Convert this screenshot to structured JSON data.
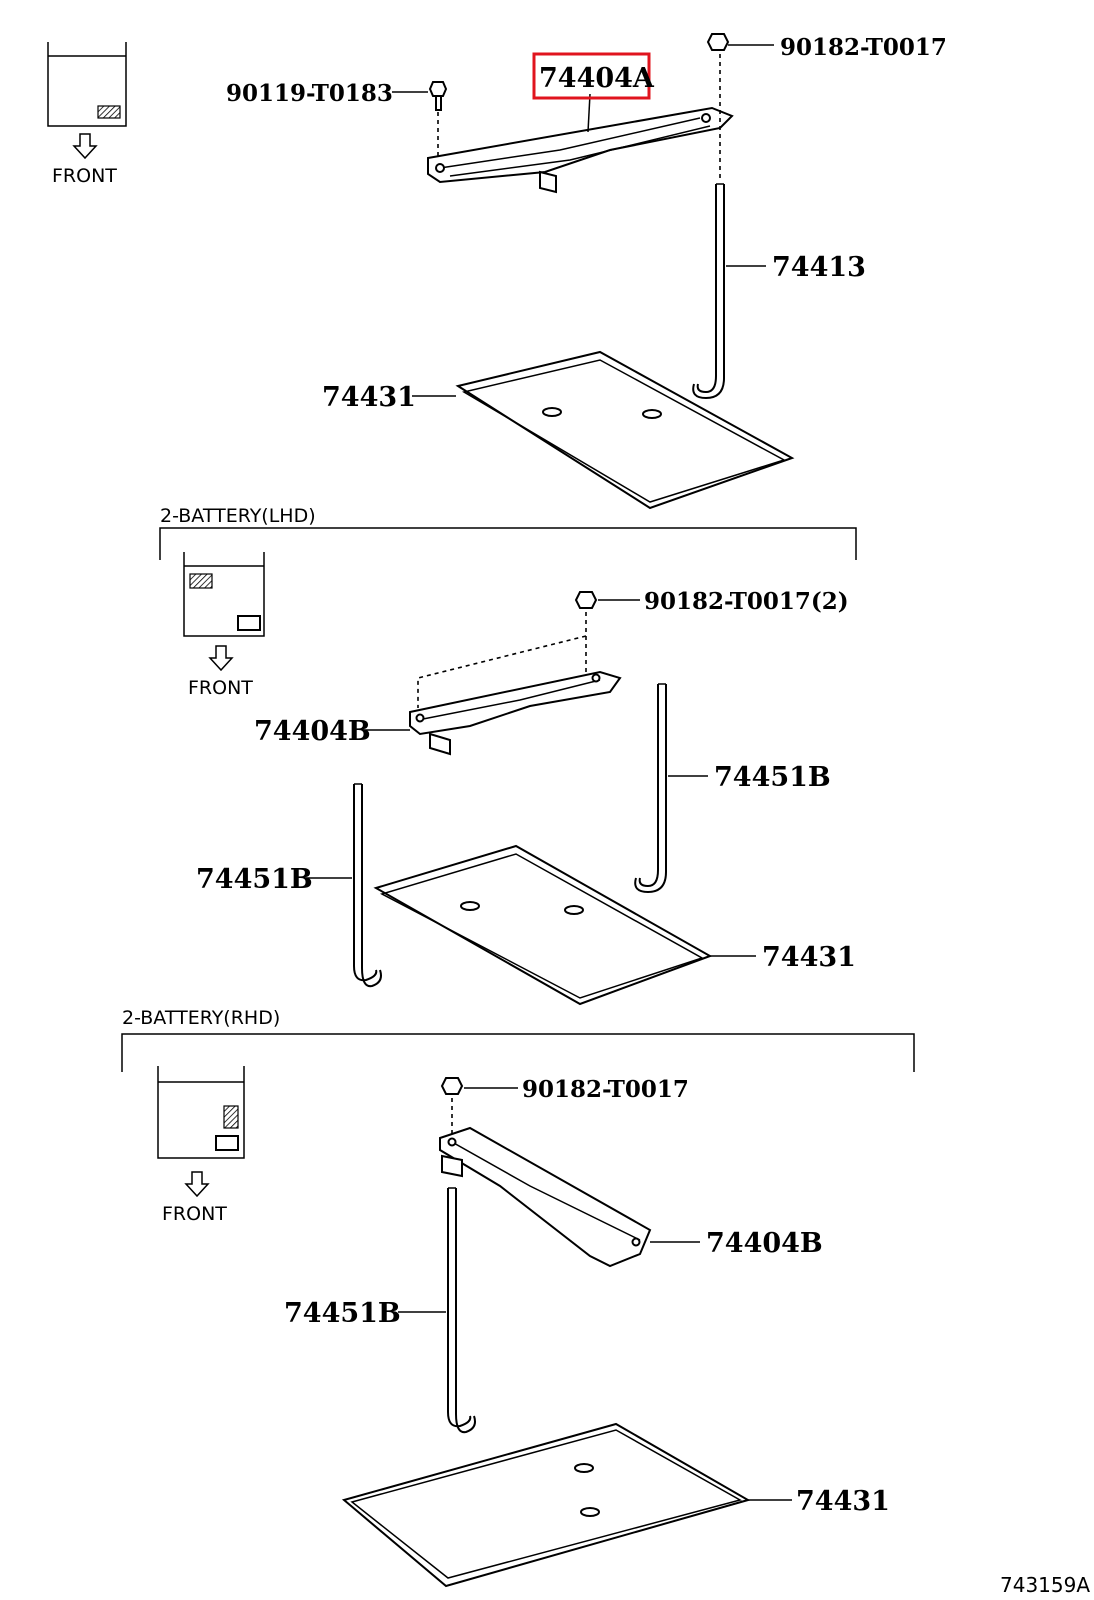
{
  "figure_id": "743159A",
  "highlighted_part": "74404A",
  "accent_color": "#e0141e",
  "sections": [
    {
      "id": "standard",
      "title": "",
      "front_label": "FRONT",
      "callouts": {
        "bolt_left": "90119-T0183",
        "clamp": "74404A",
        "nut": "90182-T0017",
        "rod": "74413",
        "tray": "74431"
      }
    },
    {
      "id": "lhd",
      "title": "2-BATTERY(LHD)",
      "front_label": "FRONT",
      "callouts": {
        "nut": "90182-T0017(2)",
        "clamp": "74404B",
        "rod_right": "74451B",
        "rod_left": "74451B",
        "tray": "74431"
      }
    },
    {
      "id": "rhd",
      "title": "2-BATTERY(RHD)",
      "front_label": "FRONT",
      "callouts": {
        "nut": "90182-T0017",
        "clamp": "74404B",
        "rod": "74451B",
        "tray": "74431"
      }
    }
  ]
}
